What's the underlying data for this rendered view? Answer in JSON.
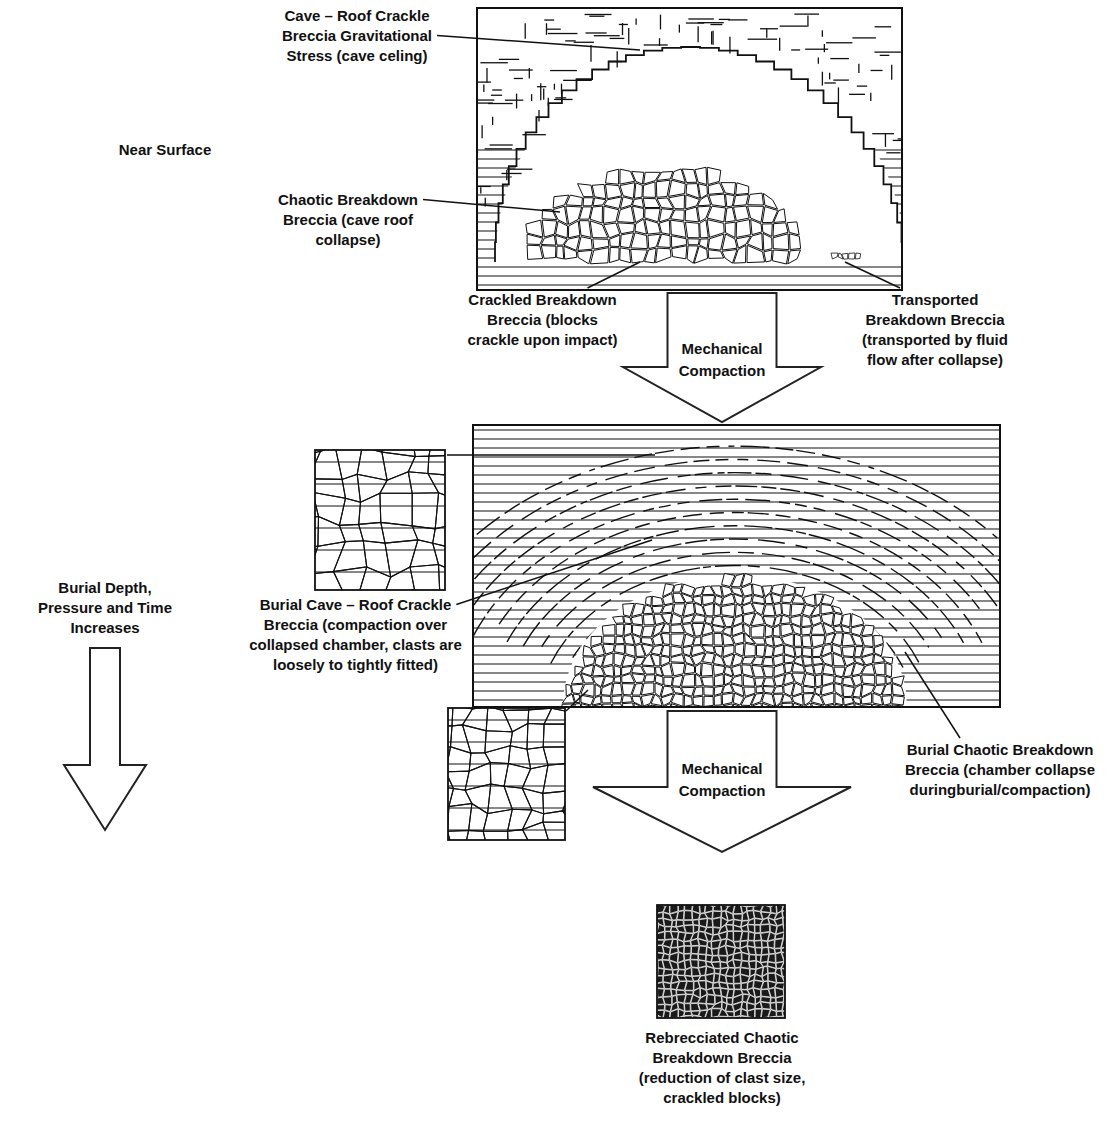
{
  "diagram": {
    "nodes": [
      {
        "text": [
          "Mechanical Compaction"
        ]
      },
      {
        "text": [
          "Mechanical Compaction"
        ]
      }
    ],
    "labels": [
      "Cave – Roof Crackle Breccia Gravitational Stress (cave celing)",
      "Near Surface",
      "Chaotic Breakdown Breccia (cave roof collapse)",
      "Crackled Breakdown Breccia (blocks crackle upon impact)",
      "Transported Breakdown Breccia (transported by fluid flow after collapse)",
      "Burial Depth, Pressure and Time Increases",
      "Burial Cave – Roof Crackle Breccia (compaction over collapsed chamber, clasts are loosely to tightly fitted)",
      "Burial Chaotic Breakdown Breccia (chamber collapse duringburial/compaction)",
      "Rebrecciated Chaotic Breakdown Breccia (reduction of clast size, crackled blocks)"
    ]
  }
}
